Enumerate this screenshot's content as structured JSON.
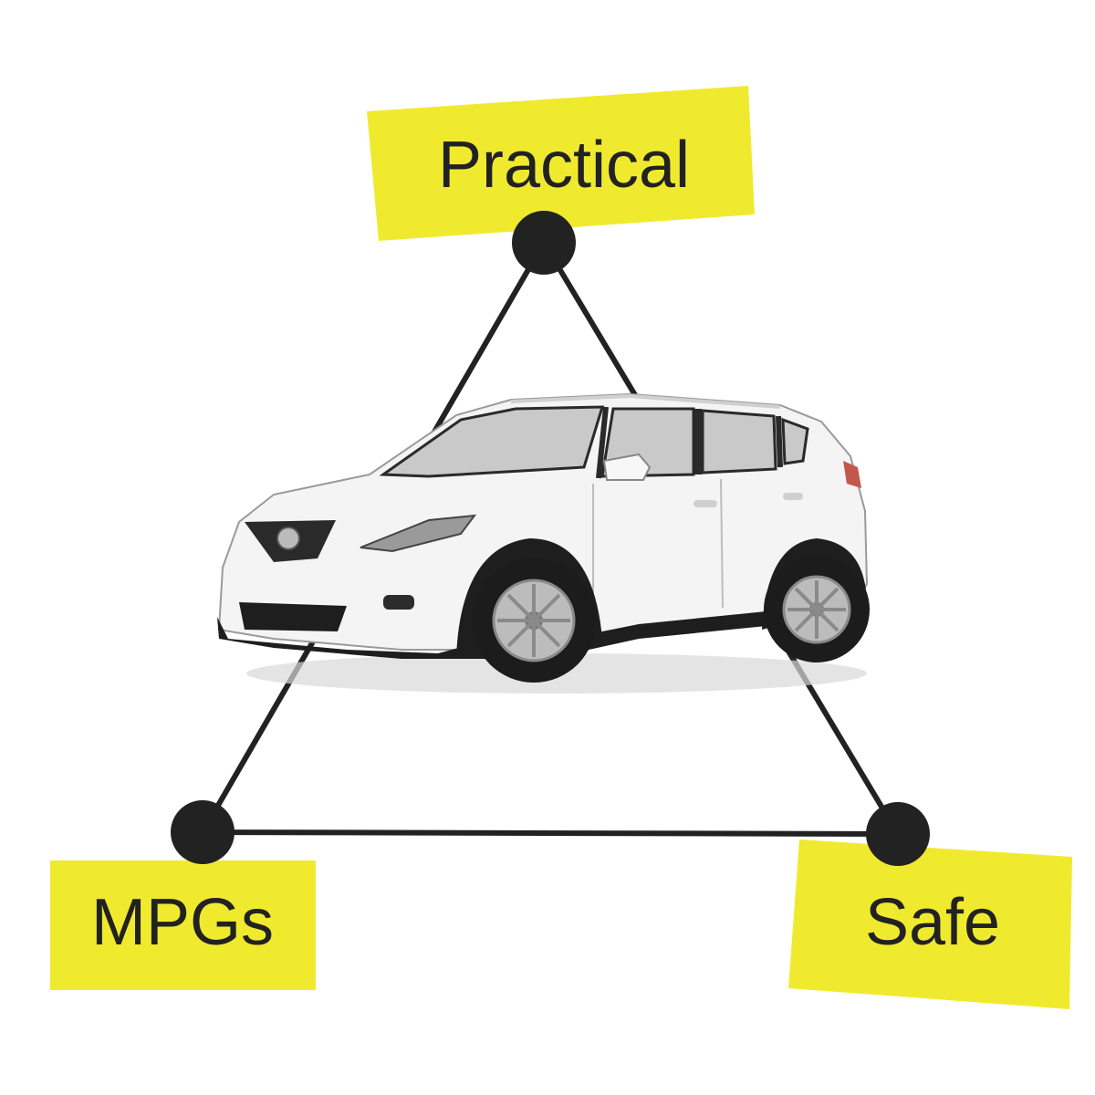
{
  "labels": {
    "top": "Practical",
    "bottom_left": "MPGs",
    "bottom_right": "Safe"
  },
  "colors": {
    "label_fill": "#F0EA2E",
    "line": "#222222",
    "node": "#222222",
    "car_body": "#F4F4F4",
    "car_trim": "#1E1E1E",
    "glass": "#C9C9C9"
  },
  "car": {
    "icon": "suv-car-illustration"
  }
}
